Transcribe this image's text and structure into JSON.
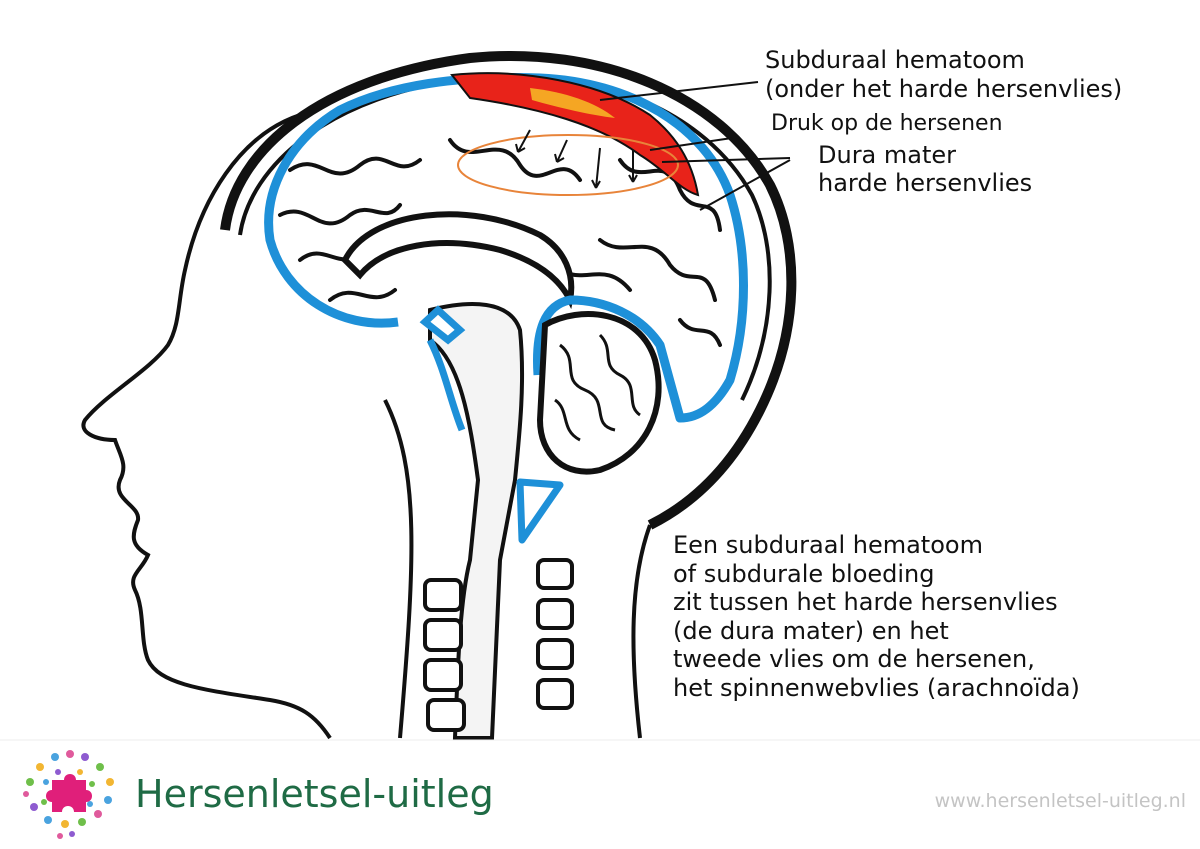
{
  "labels": {
    "subduraal": [
      "Subduraal hematoom",
      "(onder het harde hersenvlies)"
    ],
    "druk": "Druk op de hersenen",
    "dura": [
      "Dura mater",
      "harde hersenvlies"
    ],
    "description": [
      "Een subduraal hematoom",
      "of subdurale bloeding",
      "zit tussen het harde hersenvlies",
      "(de dura mater) en het",
      "tweede vlies om de hersenen,",
      "het spinnenwebvlies (arachnoïda)"
    ]
  },
  "footer": {
    "brand": "Hersenletsel-uitleg",
    "website": "www.hersenletsel-uitleg.nl"
  },
  "colors": {
    "dura": "#1e90d8",
    "hematoma": "#e8231a",
    "hematoma_core": "#f5a623",
    "pressure_zone": "#e8843a",
    "brand": "#1f6b45",
    "logo_puzzle": "#e01f7a",
    "outline": "#111111"
  },
  "icons": [
    "brain-logo-icon",
    "puzzle-piece-icon"
  ]
}
